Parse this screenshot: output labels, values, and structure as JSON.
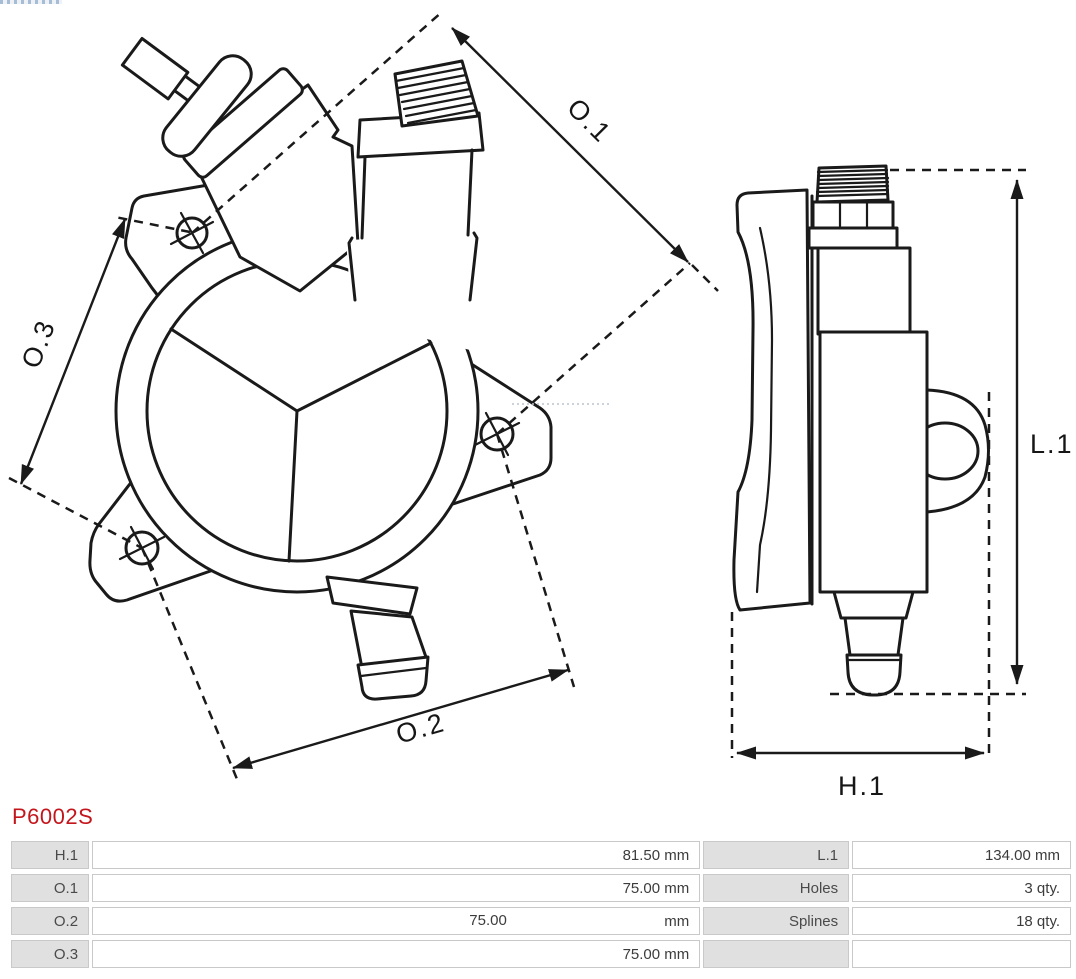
{
  "part_number": "P6002S",
  "diagram": {
    "labels": {
      "o1": "O.1",
      "o2": "O.2",
      "o3": "O.3",
      "l1": "L.1",
      "h1": "H.1"
    }
  },
  "colors": {
    "accent_red": "#c3161c",
    "line": "#1a1a1a",
    "table_label_bg": "#e0e0e0",
    "table_border": "#c9c9c9"
  },
  "spec_table": {
    "left_rows": [
      {
        "label": "H.1",
        "value": "81.50 mm"
      },
      {
        "label": "O.1",
        "value": "75.00 mm"
      },
      {
        "label": "O.2",
        "value": "75.00",
        "unit": "mm"
      },
      {
        "label": "O.3",
        "value": "75.00 mm"
      }
    ],
    "right_rows": [
      {
        "label": "L.1",
        "value": "134.00 mm"
      },
      {
        "label": "Holes",
        "value": "3 qty."
      },
      {
        "label": "Splines",
        "value": "18 qty."
      },
      {
        "label": "",
        "value": ""
      }
    ]
  }
}
